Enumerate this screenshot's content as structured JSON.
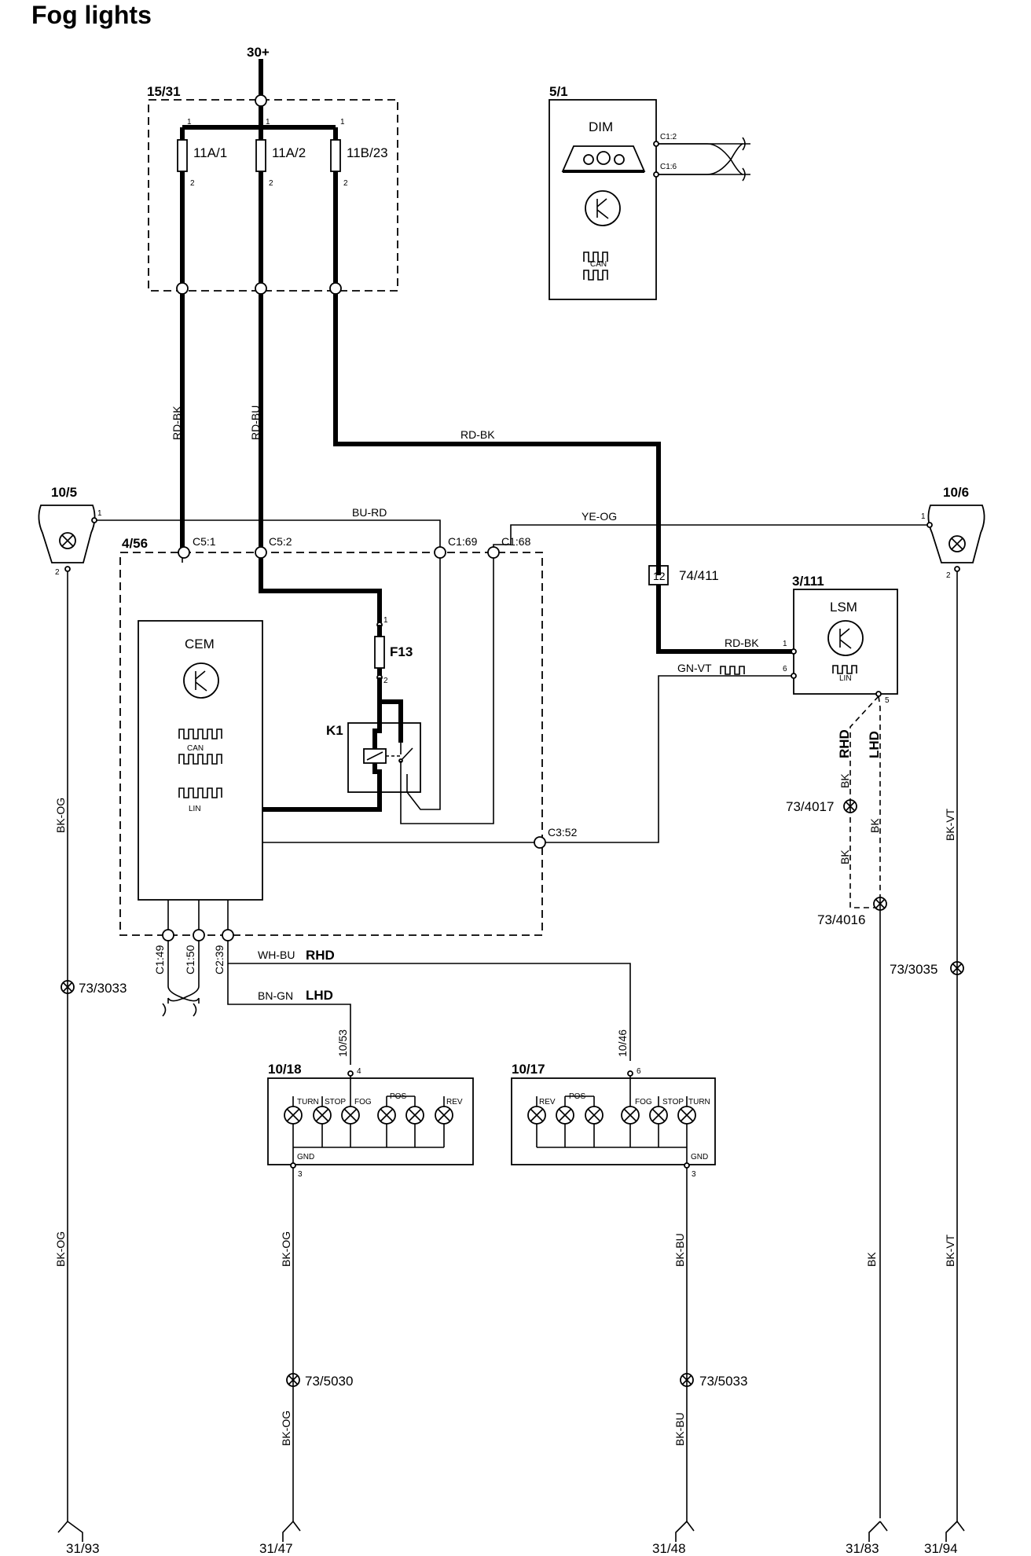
{
  "title": "Fog lights",
  "supply": "30+",
  "components": {
    "fuse_box": "15/31",
    "dim": {
      "id": "5/1",
      "name": "DIM",
      "pin_a": "C1:2",
      "pin_b": "C1:6",
      "bus": "CAN"
    },
    "cem": {
      "id": "4/56",
      "name": "CEM",
      "bus1": "CAN",
      "bus2": "LIN"
    },
    "lsm": {
      "id": "3/111",
      "name": "LSM",
      "bus": "LIN"
    },
    "lamp_left": "10/5",
    "lamp_right": "10/6",
    "rear_left": {
      "id": "10/18",
      "lamps": [
        "TURN",
        "STOP",
        "FOG",
        "POS",
        "REV"
      ],
      "gnd": "GND"
    },
    "rear_right": {
      "id": "10/17",
      "lamps": [
        "REV",
        "POS",
        "FOG",
        "STOP",
        "TURN"
      ],
      "gnd": "GND"
    },
    "connector": "74/411",
    "connector_pin": "12",
    "fuse_f13": "F13",
    "relay": "K1"
  },
  "fuses": [
    "11A/1",
    "11A/2",
    "11B/23"
  ],
  "pins": {
    "p1": "1",
    "p2": "2",
    "p3": "3",
    "p4": "4",
    "p5": "5",
    "p6": "6",
    "c5_1": "C5:1",
    "c5_2": "C5:2",
    "c1_69": "C1:69",
    "c1_68": "C1:68",
    "c3_52": "C3:52",
    "c1_49": "C1:49",
    "c1_50": "C1:50",
    "c2_39": "C2:39"
  },
  "wires": {
    "rd_bk": "RD-BK",
    "rd_bu": "RD-BU",
    "bu_rd": "BU-RD",
    "ye_og": "YE-OG",
    "gn_vt": "GN-VT",
    "bk_og": "BK-OG",
    "bk_vt": "BK-VT",
    "bk": "BK",
    "bk_bu": "BK-BU",
    "wh_bu": "WH-BU",
    "bn_gn": "BN-GN"
  },
  "variants": {
    "rhd": "RHD",
    "lhd": "LHD"
  },
  "harness_refs": [
    "10/53",
    "10/46"
  ],
  "splices": [
    "73/4017",
    "73/4016",
    "73/3033",
    "73/3035",
    "73/5030",
    "73/5033"
  ],
  "grounds": [
    "31/93",
    "31/47",
    "31/48",
    "31/83",
    "31/94"
  ]
}
